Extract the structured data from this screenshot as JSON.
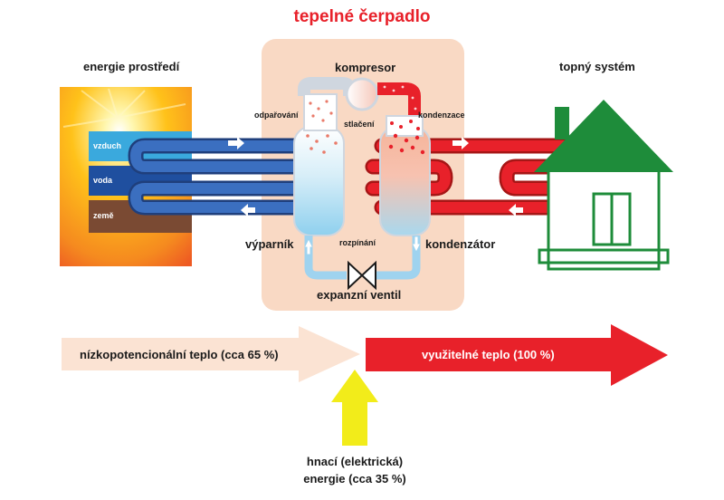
{
  "title": "tepelné čerpadlo",
  "left_panel": {
    "title": "energie prostředí",
    "sources": [
      "vzduch",
      "voda",
      "země"
    ]
  },
  "center_panel": {
    "compressor": "kompresor",
    "evaporation": "odpařování",
    "compression": "stlačení",
    "condensation": "kondenzace",
    "evaporator": "výparník",
    "condenser": "kondenzátor",
    "expansion": "rozpínání",
    "expansion_valve": "expanzní ventil"
  },
  "right_panel": {
    "title": "topný systém"
  },
  "bottom": {
    "low_heat": "nízkopotencionální teplo (cca 65 %)",
    "useful_heat": "využitelné teplo (100 %)",
    "drive_energy_line1": "hnací (elektrická)",
    "drive_energy_line2": "energie (cca 35 %)"
  },
  "colors": {
    "title_red": "#e8212a",
    "panel_bg": "#f9d9c4",
    "cold_blue": "#2f5fb0",
    "hot_red": "#e8212a",
    "house_green": "#1e8c3a",
    "drive_yellow": "#f2ec1a",
    "low_heat_arrow": "#fbe3d3"
  },
  "icons": [
    "flow-arrow-icon",
    "expansion-valve-icon",
    "sun-icon",
    "house-icon"
  ]
}
